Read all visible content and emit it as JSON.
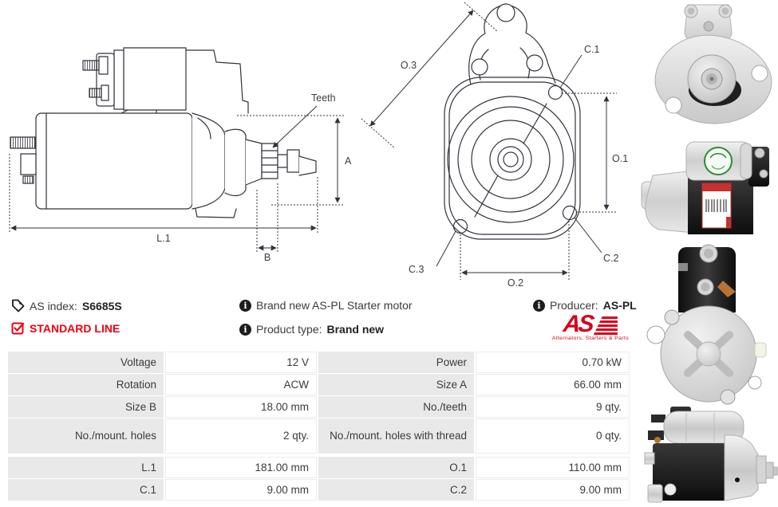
{
  "header": {
    "as_index": {
      "label": "AS index:",
      "value": "S6685S"
    },
    "standard_line": "STANDARD LINE",
    "brand_new": "Brand new AS-PL Starter motor",
    "product_type": {
      "label": "Product type:",
      "value": "Brand new"
    },
    "producer": {
      "label": "Producer:",
      "value": "AS-PL"
    },
    "logo": {
      "text": "AS",
      "tagline": "Alternators, Starters & Parts"
    }
  },
  "colors": {
    "accent_red": "#ee0011",
    "logo_red": "#d6001c",
    "drawing_line": "#32323c",
    "table_label_bg": "#e9e9e9"
  },
  "diagrams": {
    "side_view": {
      "labels": {
        "teeth": "Teeth",
        "a": "A",
        "l1": "L.1",
        "b": "B"
      }
    },
    "front_view": {
      "labels": {
        "o3": "O.3",
        "c1": "C.1",
        "o1": "O.1",
        "c2": "C.2",
        "c3": "C.3",
        "o2": "O.2"
      }
    }
  },
  "spec_table": {
    "rows": [
      {
        "label1": "Voltage",
        "value1": "12 V",
        "label2": "Power",
        "value2": "0.70 kW"
      },
      {
        "label1": "Rotation",
        "value1": "ACW",
        "label2": "Size A",
        "value2": "66.00 mm"
      },
      {
        "label1": "Size B",
        "value1": "18.00 mm",
        "label2": "No./teeth",
        "value2": "9 qty."
      },
      {
        "label1": "No./mount. holes",
        "value1": "2 qty.",
        "label2": "No./mount. holes with thread",
        "value2": "0 qty."
      },
      {
        "label1": "L.1",
        "value1": "181.00 mm",
        "label2": "O.1",
        "value2": "110.00 mm"
      },
      {
        "label1": "C.1",
        "value1": "9.00 mm",
        "label2": "C.2",
        "value2": "9.00 mm"
      }
    ]
  }
}
